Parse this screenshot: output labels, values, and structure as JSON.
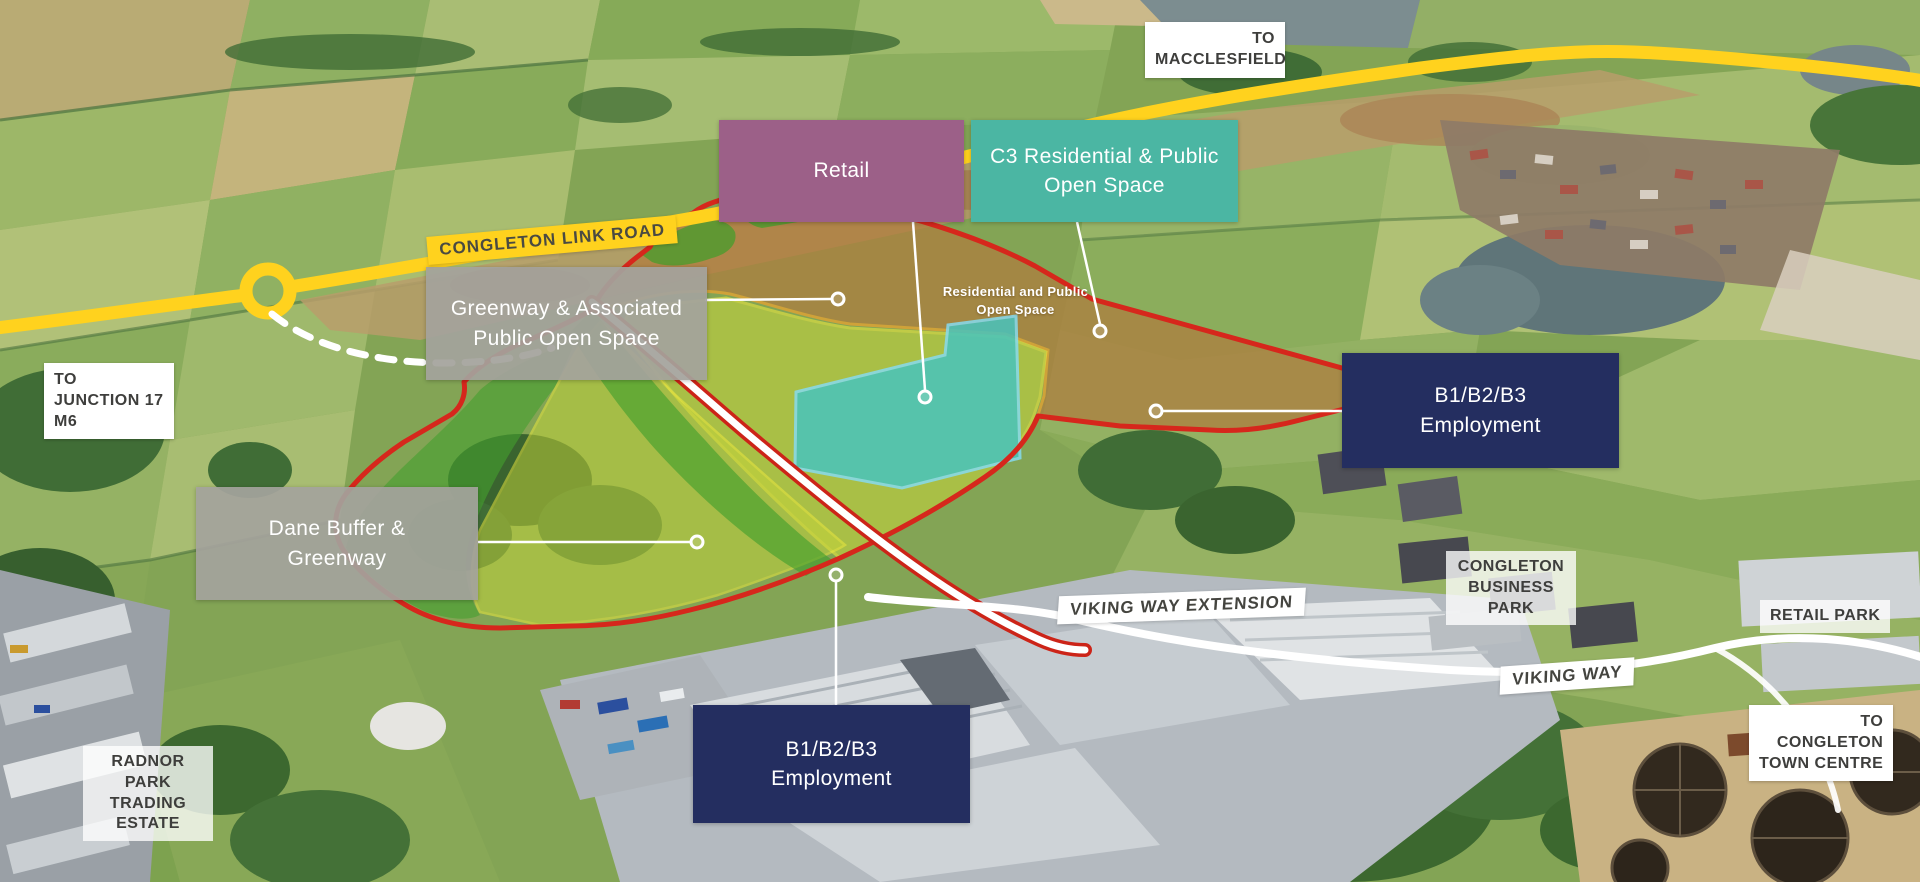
{
  "zones": {
    "retail": {
      "label": "Retail",
      "color": "#9c6088"
    },
    "c3_residential": {
      "label": "C3 Residential & Public Open Space",
      "color": "#4bb6a3"
    },
    "greenway": {
      "label": "Greenway & Associated Public Open Space",
      "color": "rgba(164,162,156,0.93)"
    },
    "dane_buffer": {
      "label": "Dane Buffer & Greenway",
      "color": "rgba(164,162,156,0.93)"
    },
    "employment_ne": {
      "label": "B1/B2/B3 Employment",
      "color": "#242e60"
    },
    "employment_south": {
      "label": "B1/B2/B3 Employment",
      "color": "#242e60"
    }
  },
  "roads": {
    "congleton_link_road": {
      "label": "CONGLETON LINK ROAD",
      "color": "#ffd21e"
    },
    "viking_way_extension": {
      "label": "VIKING WAY EXTENSION"
    },
    "viking_way": {
      "label": "VIKING WAY"
    }
  },
  "directions": {
    "macclesfield": {
      "line1": "TO",
      "line2": "MACCLESFIELD"
    },
    "junction_17_m6": {
      "line1": "TO",
      "line2": "JUNCTION 17",
      "line3": "M6"
    },
    "congleton_town_centre": {
      "line1": "TO",
      "line2": "CONGLETON",
      "line3": "TOWN CENTRE"
    }
  },
  "places": {
    "radnor_park_trading_estate": {
      "label": "RADNOR PARK TRADING ESTATE"
    },
    "congleton_business_park": {
      "label": "CONGLETON BUSINESS PARK"
    },
    "retail_park": {
      "label": "RETAIL PARK"
    }
  },
  "annotations": {
    "residential_open_space": {
      "label": "Residential and Public Open Space"
    }
  },
  "key_colors": {
    "site_boundary_red": "#d6271c",
    "link_road_yellow": "#ffd21e",
    "employment_navy": "#242e60",
    "retail_purple": "#9c6088",
    "residential_teal": "#4bb6a3",
    "open_space_green": "#3f9e2b",
    "employment_field_yellow": "#c8d63a",
    "residential_area_brown": "#b07c3e",
    "retail_plot_teal": "#48c4bd"
  }
}
